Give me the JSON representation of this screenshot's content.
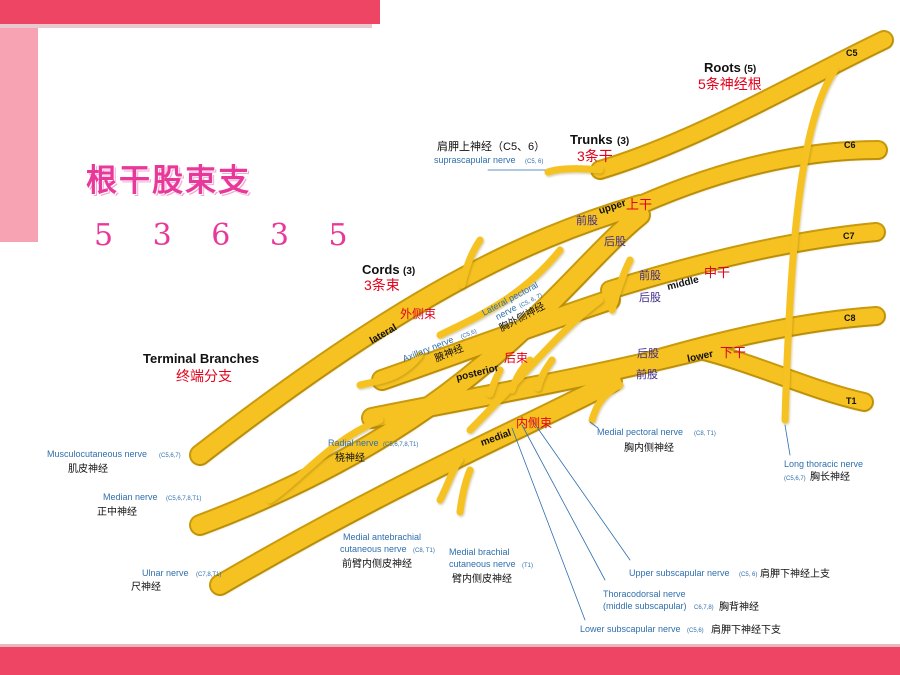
{
  "slide": {
    "title": "根干股束支",
    "digits": "5 3 6 3 5"
  },
  "headings": {
    "roots": "Roots",
    "roots_count": "(5)",
    "roots_cn": "5条神经根",
    "trunks": "Trunks",
    "trunks_count": "(3)",
    "trunks_cn": "3条干",
    "cords": "Cords",
    "cords_count": "(3)",
    "cords_cn": "3条束",
    "terminal": "Terminal Branches",
    "terminal_cn": "终端分支"
  },
  "roots": [
    "C5",
    "C6",
    "C7",
    "C8",
    "T1"
  ],
  "trunks": {
    "upper": "upper",
    "upper_cn": "上干",
    "middle": "middle",
    "middle_cn": "中干",
    "lower": "lower",
    "lower_cn": "下干"
  },
  "divisions": {
    "anterior": "前股",
    "posterior": "后股"
  },
  "cords": {
    "lateral": "lateral",
    "lateral_cn": "外侧束",
    "posterior": "posterior",
    "posterior_cn": "后束",
    "medial": "medial",
    "medial_cn": "内侧束"
  },
  "nerves": {
    "suprascapular_cn": "肩胛上神经（C5、6）",
    "suprascapular_en": "suprascapular nerve",
    "suprascapular_roots": "(C5, 6)",
    "lateral_pectoral_line1": "Lateral pectoral",
    "lateral_pectoral_line2": "nerve",
    "lateral_pectoral_roots": "(C5, 6, 7)",
    "lateral_pectoral_cn": "胸外侧神经",
    "axillary_en": "Axillary nerve",
    "axillary_roots": "(C5,6)",
    "axillary_cn": "腋神经",
    "musculocutaneous_en": "Musculocutaneous nerve",
    "musculocutaneous_roots": "(C5,6,7)",
    "musculocutaneous_cn": "肌皮神经",
    "median_en": "Median nerve",
    "median_roots": "(C5,6,7,8,T1)",
    "median_cn": "正中神经",
    "ulnar_en": "Ulnar nerve",
    "ulnar_roots": "(C7,8,T1)",
    "ulnar_cn": "尺神经",
    "radial_en": "Radial nerve",
    "radial_roots": "(C5,6,7,8,T1)",
    "radial_cn": "桡神经",
    "medial_antebrachial_line1": "Medial antebrachial",
    "medial_antebrachial_line2": "cutaneous nerve",
    "medial_antebrachial_roots": "(C8, T1)",
    "medial_antebrachial_cn": "前臂内侧皮神经",
    "medial_brachial_line1": "Medial brachial",
    "medial_brachial_line2": "cutaneous nerve",
    "medial_brachial_roots": "(T1)",
    "medial_brachial_cn": "臂内侧皮神经",
    "medial_pectoral_en": "Medial pectoral nerve",
    "medial_pectoral_roots": "(C8, T1)",
    "medial_pectoral_cn": "胸内侧神经",
    "long_thoracic_en": "Long thoracic nerve",
    "long_thoracic_roots": "(C5,6,7)",
    "long_thoracic_cn": "胸长神经",
    "upper_subscapular_en": "Upper subscapular nerve",
    "upper_subscapular_roots": "(C5, 6)",
    "upper_subscapular_cn": "肩胛下神经上支",
    "thoracodorsal_line1": "Thoracodorsal nerve",
    "thoracodorsal_line2": "(middle subscapular)",
    "thoracodorsal_roots": "C6,7,8)",
    "thoracodorsal_cn": "胸背神经",
    "lower_subscapular_en": "Lower subscapular nerve",
    "lower_subscapular_roots": "(C5,6)",
    "lower_subscapular_cn": "肩胛下神经下支"
  },
  "colors": {
    "accent": "#ef4565",
    "nerve": "#f6c221",
    "nerve_edge": "#c99a0c",
    "blue_label": "#2f6fae",
    "red_label": "#e3001b",
    "purple_label": "#3c2a8c",
    "title_pink": "#e8399a"
  }
}
